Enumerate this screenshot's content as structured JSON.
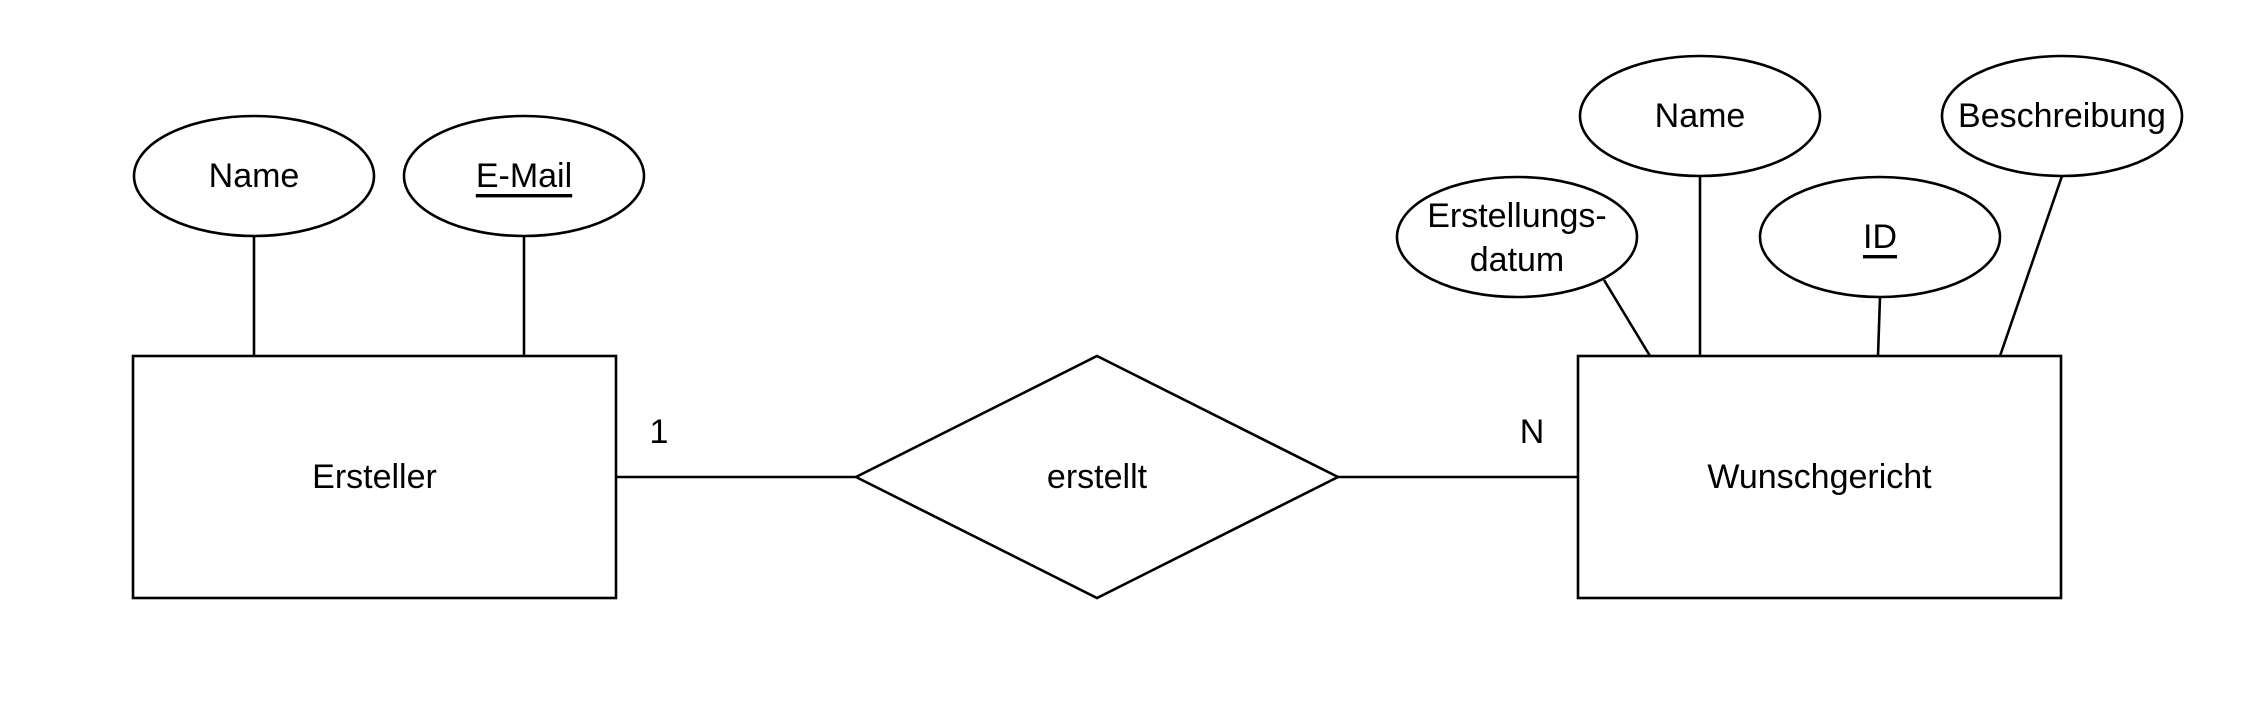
{
  "diagram": {
    "type": "er-diagram",
    "entities": {
      "ersteller": {
        "label": "Ersteller"
      },
      "wunschgericht": {
        "label": "Wunschgericht"
      }
    },
    "relationship": {
      "label": "erstellt"
    },
    "cardinality": {
      "ersteller_side": "1",
      "wunschgericht_side": "N"
    },
    "attributes": {
      "ersteller_name": {
        "label": "Name",
        "is_key": false
      },
      "ersteller_email": {
        "label": "E-Mail",
        "is_key": true
      },
      "wunsch_datum": {
        "line1": "Erstellungs-",
        "line2": "datum",
        "is_key": false
      },
      "wunsch_name": {
        "label": "Name",
        "is_key": false
      },
      "wunsch_id": {
        "label": "ID",
        "is_key": true
      },
      "wunsch_beschreibung": {
        "label": "Beschreibung",
        "is_key": false
      }
    },
    "colors": {
      "stroke": "#000000",
      "fill": "#ffffff",
      "text": "#000000"
    }
  }
}
